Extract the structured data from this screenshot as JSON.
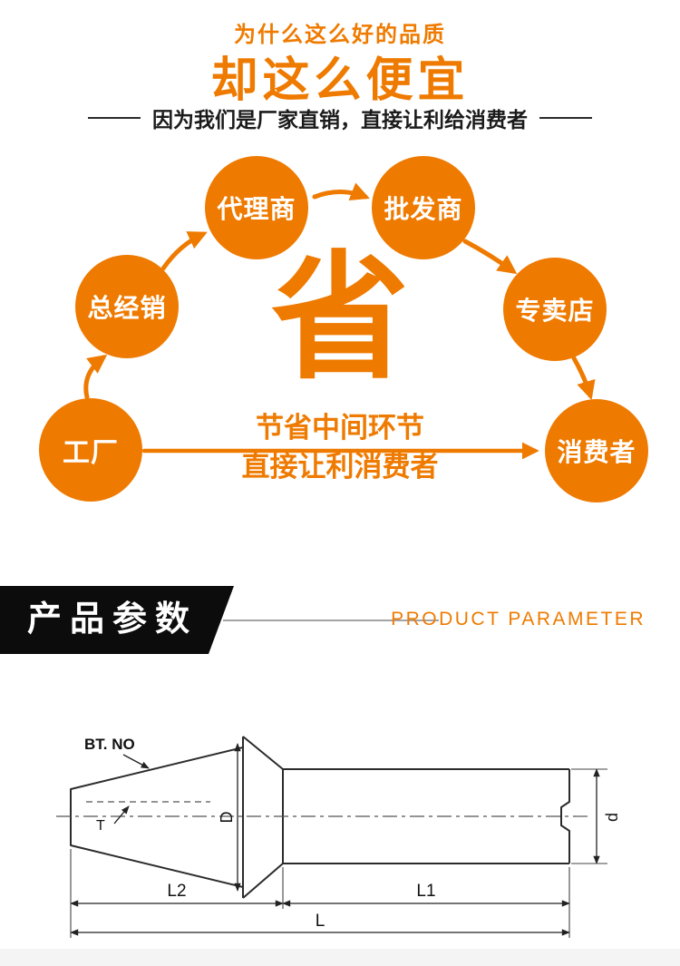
{
  "colors": {
    "accent_orange": "#EF7A00",
    "badge_black": "#0c0c0c"
  },
  "header": {
    "subtitle": "为什么这么好的品质",
    "title": "却这么便宜",
    "tagline": "因为我们是厂家直销，直接让利给消费者"
  },
  "flow": {
    "center_character": "省",
    "caption_line1": "节省中间环节",
    "caption_line2": "直接让利消费者",
    "nodes": [
      {
        "label": "工厂"
      },
      {
        "label": "总经销"
      },
      {
        "label": "代理商"
      },
      {
        "label": "批发商"
      },
      {
        "label": "专卖店"
      },
      {
        "label": "消费者"
      }
    ]
  },
  "section_header": {
    "title_cn": "产品参数",
    "title_en": "PRODUCT PARAMETER"
  },
  "drawing": {
    "labels": {
      "taper_no": "BT. NO",
      "t": "T",
      "big_d": "D",
      "small_d": "d",
      "l2": "L2",
      "l1": "L1",
      "l": "L"
    }
  }
}
